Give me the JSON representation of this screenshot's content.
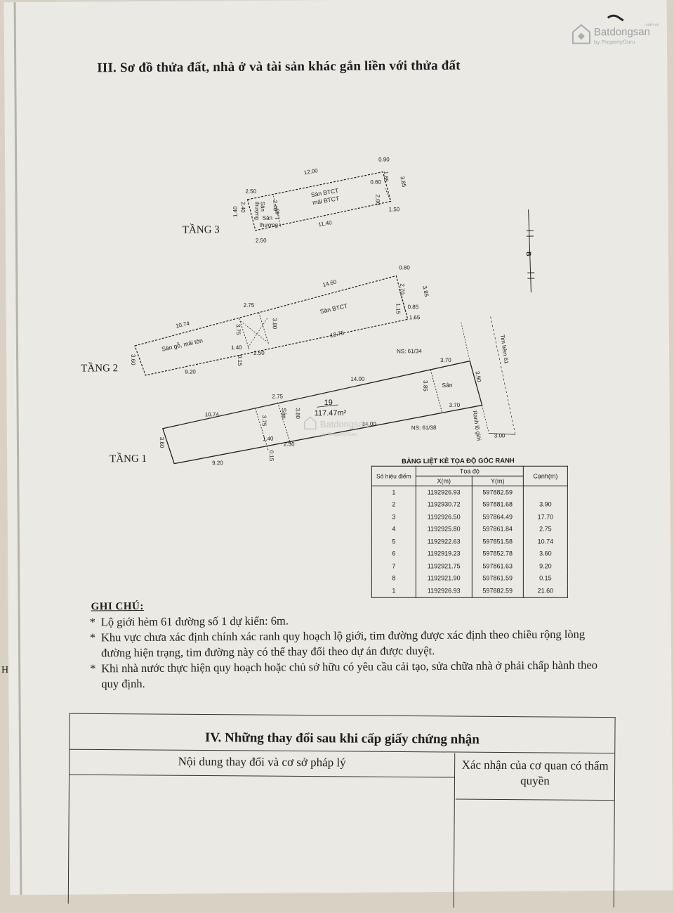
{
  "watermark": {
    "brand": "Batdongsan",
    "sub": "by PropertyGuru",
    "com": ".com.vn"
  },
  "section3": {
    "title": "III. Sơ đồ thửa đất, nhà ở và tài sản khác gắn liền với thửa đất"
  },
  "plan": {
    "floor3": {
      "label": "TẦNG 3",
      "dims": [
        "12.00",
        "0.90",
        "1.85",
        "3.85",
        "0.60",
        "2.00",
        "1.50",
        "11.40",
        "2.50",
        "2.40",
        "2.40",
        "1.40",
        "1.40",
        "2.50"
      ],
      "texts": [
        "Sàn BTCT",
        "mái BTCT",
        "Sân",
        "thượng",
        "Sân",
        "thượng"
      ]
    },
    "floor2": {
      "label": "TẦNG 2",
      "dims": [
        "0.80",
        "14.60",
        "2.70",
        "3.85",
        "0.85",
        "1.15",
        "1.65",
        "2.75",
        "10.74",
        "3.75",
        "3.80",
        "13.75",
        "1.40",
        "2.50",
        "3.60",
        "0.15",
        "9.20"
      ],
      "texts": [
        "Sàn BTCT",
        "Sàn gỗ, mái tôn"
      ]
    },
    "floor1": {
      "label": "TẦNG 1",
      "dims": [
        "3.70",
        "14.00",
        "3.85",
        "3.90",
        "2.75",
        "10.74",
        "3.75",
        "3.80",
        "3.70",
        "14.00",
        "1.40",
        "2.50",
        "3.60",
        "0.15",
        "9.20",
        "3.00"
      ],
      "texts": [
        "Sân",
        "Sân",
        "19",
        "117.47m²"
      ]
    },
    "neighbors": {
      "n1": "NS: 61/34",
      "n2": "NS: 61/38"
    },
    "road": {
      "center": "Tim hẻm 61",
      "boundary": "Ranh lộ giới"
    }
  },
  "coord_table": {
    "title": "BẢNG LIỆT KÊ TỌA ĐỘ GÓC RANH",
    "h_point": "Số hiệu điểm",
    "h_coord": "Tọa độ",
    "h_x": "X(m)",
    "h_y": "Y(m)",
    "h_edge": "Cạnh(m)",
    "rows": [
      {
        "p": "1",
        "x": "1192926.93",
        "y": "597882.59",
        "e": ""
      },
      {
        "p": "2",
        "x": "1192930.72",
        "y": "597881.68",
        "e": "3.90"
      },
      {
        "p": "3",
        "x": "1192926.50",
        "y": "597864.49",
        "e": "17.70"
      },
      {
        "p": "4",
        "x": "1192925.80",
        "y": "597861.84",
        "e": "2.75"
      },
      {
        "p": "5",
        "x": "1192922.63",
        "y": "597851.58",
        "e": "10.74"
      },
      {
        "p": "6",
        "x": "1192919.23",
        "y": "597852.78",
        "e": "3.60"
      },
      {
        "p": "7",
        "x": "1192921.75",
        "y": "597861.63",
        "e": "9.20"
      },
      {
        "p": "8",
        "x": "1192921.90",
        "y": "597861.59",
        "e": "0.15"
      },
      {
        "p": "1",
        "x": "1192926.93",
        "y": "597882.59",
        "e": "21.60"
      }
    ]
  },
  "notes": {
    "heading": "GHI CHÚ:",
    "items": [
      "Lộ giới hẻm 61 đường số 1 dự kiến: 6m.",
      "Khu vực chưa xác định chính xác ranh quy hoạch lộ giới, tim đường được xác định theo chiều rộng lòng đường hiện trạng, tim đường này có thể thay đổi theo dự án được duyệt.",
      "Khi nhà nước thực hiện quy hoạch hoặc chủ sở hữu có yêu cầu cải tạo, sửa chữa nhà ở phải chấp hành theo quy định."
    ]
  },
  "section4": {
    "title": "IV. Những thay đổi sau khi cấp giấy chứng nhận",
    "col1": "Nội dung thay đổi và cơ sở pháp lý",
    "col2": "Xác nhận của cơ quan có thẩm quyền"
  },
  "margin_mark": "H"
}
